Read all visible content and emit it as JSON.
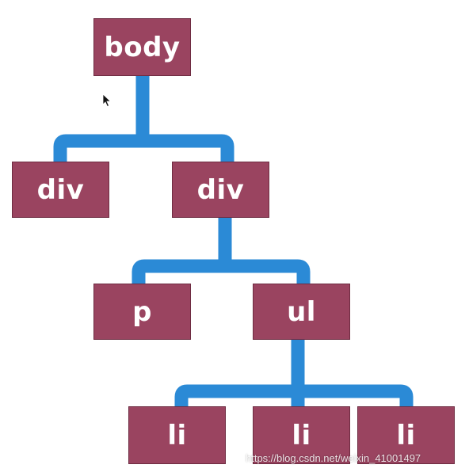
{
  "colors": {
    "node_fill": "#9a4460",
    "node_border": "#6e2c42",
    "connector": "#2b8ad6",
    "label": "#ffffff"
  },
  "nodes": {
    "body": "body",
    "div_left": "div",
    "div_right": "div",
    "p": "p",
    "ul": "ul",
    "li_1": "li",
    "li_2": "li",
    "li_3": "li"
  },
  "edges": [
    [
      "body",
      "div_left"
    ],
    [
      "body",
      "div_right"
    ],
    [
      "div_right",
      "p"
    ],
    [
      "div_right",
      "ul"
    ],
    [
      "ul",
      "li_1"
    ],
    [
      "ul",
      "li_2"
    ],
    [
      "ul",
      "li_3"
    ]
  ],
  "cursor_icon": "mouse-pointer-icon",
  "watermark": "https://blog.csdn.net/weixin_41001497"
}
